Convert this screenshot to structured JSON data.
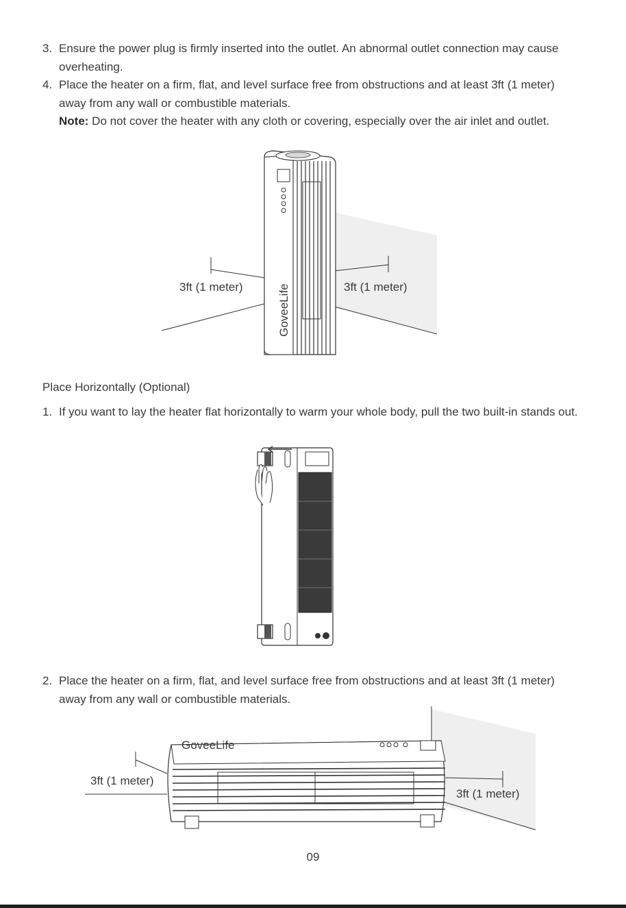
{
  "steps_top": [
    {
      "num": "3.",
      "text": "Ensure the power plug is firmly inserted into the outlet. An abnormal outlet connection may cause overheating."
    },
    {
      "num": "4.",
      "text": "Place the heater on a firm, flat, and level surface free from obstructions and at least 3ft (1 meter) away from any wall or combustible materials."
    }
  ],
  "note": {
    "label": "Note:",
    "text": " Do not cover the heater with any cloth or covering, especially over the air inlet and outlet."
  },
  "figure1": {
    "label_left": "3ft (1 meter)",
    "label_right": "3ft (1 meter)",
    "brand": "GoveeLife"
  },
  "section": {
    "heading": "Place Horizontally (Optional)"
  },
  "steps_horizontal": [
    {
      "num": "1.",
      "text": "If you want to lay the heater flat horizontally to warm your whole body, pull the two built-in stands out."
    },
    {
      "num": "2.",
      "text": "Place the heater on a firm, flat, and level surface free from obstructions and at least 3ft (1 meter) away from any wall or combustible materials."
    }
  ],
  "figure3": {
    "label_left": "3ft (1 meter)",
    "label_right": "3ft (1 meter)",
    "brand": "GoveeLife"
  },
  "page": {
    "number": "09"
  }
}
